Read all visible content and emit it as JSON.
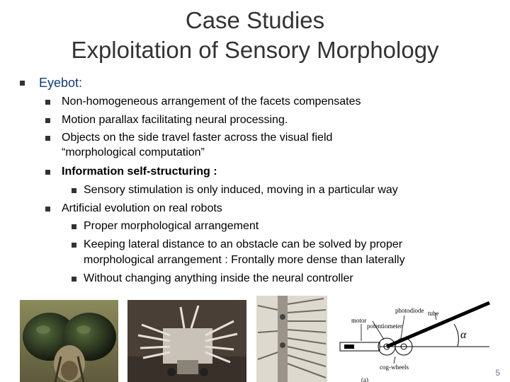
{
  "title": {
    "line1": "Case Studies",
    "line2": "Exploitation of Sensory Morphology"
  },
  "bullets": {
    "eyebot": "Eyebot:",
    "b1": "Non-homogeneous arrangement of the facets compensates",
    "b2": "Motion parallax facilitating neural processing.",
    "b3": "Objects on the side travel faster across the visual field",
    "b3b": "“morphological computation”",
    "b4": "Information self-structuring :",
    "b4a": "Sensory stimulation is only induced, moving in a particular way",
    "b5": "Artificial evolution on real robots",
    "b5a": "Proper morphological arrangement",
    "b5b": "Keeping lateral distance to an obstacle can be solved by proper",
    "b5b2": "morphological arrangement : Frontally more dense than laterally",
    "b5c": "Without changing anything inside the neural controller"
  },
  "diagram": {
    "tube": "tube",
    "photodiode": "photodiode",
    "motor": "motor",
    "potentiometer": "potentiometer",
    "alpha": "α",
    "cog": "cog-wheels",
    "caption": "(a)"
  },
  "page_number": "5",
  "colors": {
    "heading": "#0f3a7c",
    "title": "#333333"
  }
}
